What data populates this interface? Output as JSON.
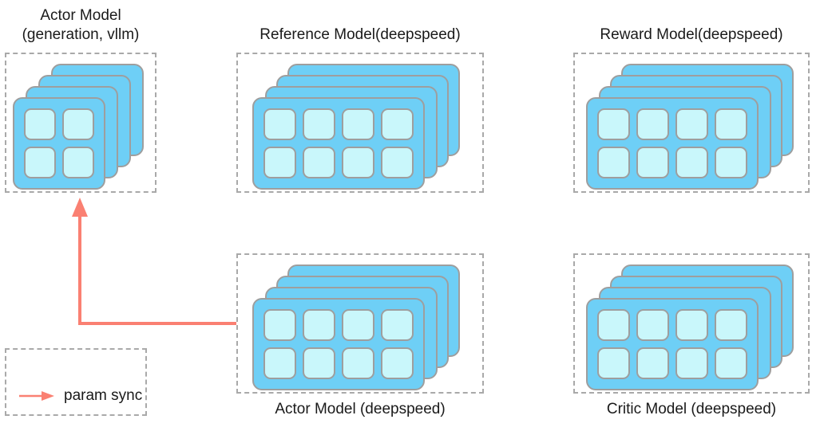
{
  "diagram": {
    "title_color": "#1a1a1a",
    "card_color": "#6ecff6",
    "cell_color": "#c9f7fb",
    "card_border_color": "#9e9e9e",
    "dashed_border_color": "#a9a9a9",
    "arrow_color": "#fa8072",
    "background": "#ffffff"
  },
  "groups": {
    "actor_vllm": {
      "title": "Actor Model\n(generation, vllm)",
      "title_position": "above",
      "stack_count": 4,
      "grid_cols": 2,
      "grid_rows": 2,
      "cell_count": 4
    },
    "reference": {
      "title": "Reference Model(deepspeed)",
      "title_position": "above",
      "stack_count": 4,
      "grid_cols": 4,
      "grid_rows": 2,
      "cell_count": 8
    },
    "reward": {
      "title": "Reward Model(deepspeed)",
      "title_position": "above",
      "stack_count": 4,
      "grid_cols": 4,
      "grid_rows": 2,
      "cell_count": 8
    },
    "actor_deepspeed": {
      "title": "Actor Model (deepspeed)",
      "title_position": "below",
      "stack_count": 4,
      "grid_cols": 4,
      "grid_rows": 2,
      "cell_count": 8
    },
    "critic": {
      "title": "Critic Model (deepspeed)",
      "title_position": "below",
      "stack_count": 4,
      "grid_cols": 4,
      "grid_rows": 2,
      "cell_count": 8
    }
  },
  "legend": {
    "label": "param sync",
    "arrow_color": "#fa8072"
  },
  "connector": {
    "name": "param sync",
    "from": "actor_deepspeed",
    "to": "actor_vllm",
    "color": "#fa8072"
  }
}
